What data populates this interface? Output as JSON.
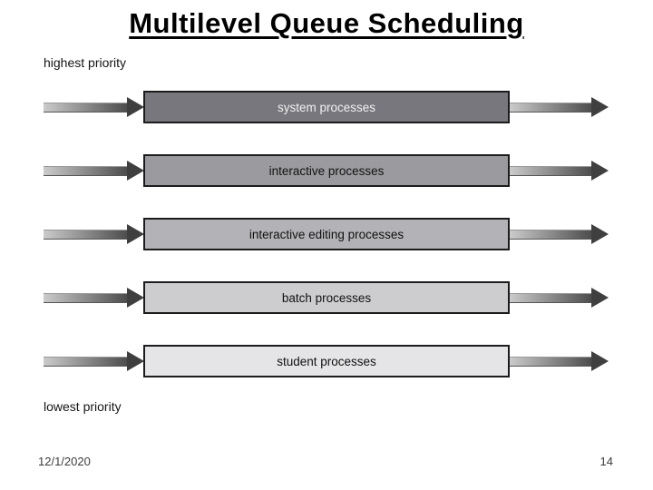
{
  "slide": {
    "title": "Multilevel Queue Scheduling",
    "top_label": "highest priority",
    "bottom_label": "lowest priority",
    "footer_date": "12/1/2020",
    "page_number": "14"
  },
  "queues": [
    {
      "label": "system processes",
      "bg": "#77777d",
      "fg": "#f2f2f2"
    },
    {
      "label": "interactive processes",
      "bg": "#9b9b9f",
      "fg": "#111111"
    },
    {
      "label": "interactive editing processes",
      "bg": "#b3b3b7",
      "fg": "#111111"
    },
    {
      "label": "batch processes",
      "bg": "#cdcdd0",
      "fg": "#111111"
    },
    {
      "label": "student processes",
      "bg": "#e5e5e7",
      "fg": "#111111"
    }
  ],
  "colors": {
    "arrow_head": "#3f3f3f",
    "arrow_shaft_light": "#cbcbcb",
    "arrow_shaft_dark": "#4d4d4d",
    "box_border": "#1c1c1c"
  }
}
